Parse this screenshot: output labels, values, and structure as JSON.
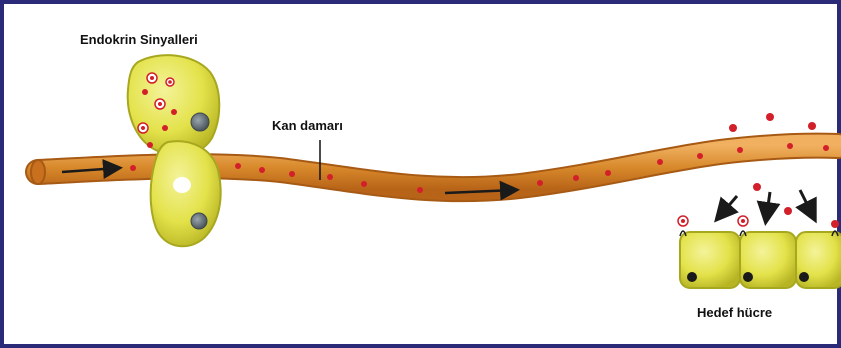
{
  "diagram": {
    "title": "Endokrin Sinyalleri",
    "blood_vessel_label": "Kan damarı",
    "target_cell_label": "Hedef hücre"
  },
  "colors": {
    "border": "#2b2a78",
    "vessel": "#d8892b",
    "vessel_dark": "#b86418",
    "cell_yellow": "#e3e24a",
    "cell_dark": "#a8a820",
    "hormone": "#d21f2a",
    "nucleus": "#5f6b73",
    "arrow": "#1a1a1a"
  },
  "icons": [
    "secreting-gland-cell-icon",
    "hormone-dot-icon",
    "blood-flow-arrow-icon",
    "receptor-icon",
    "target-cell-icon"
  ]
}
